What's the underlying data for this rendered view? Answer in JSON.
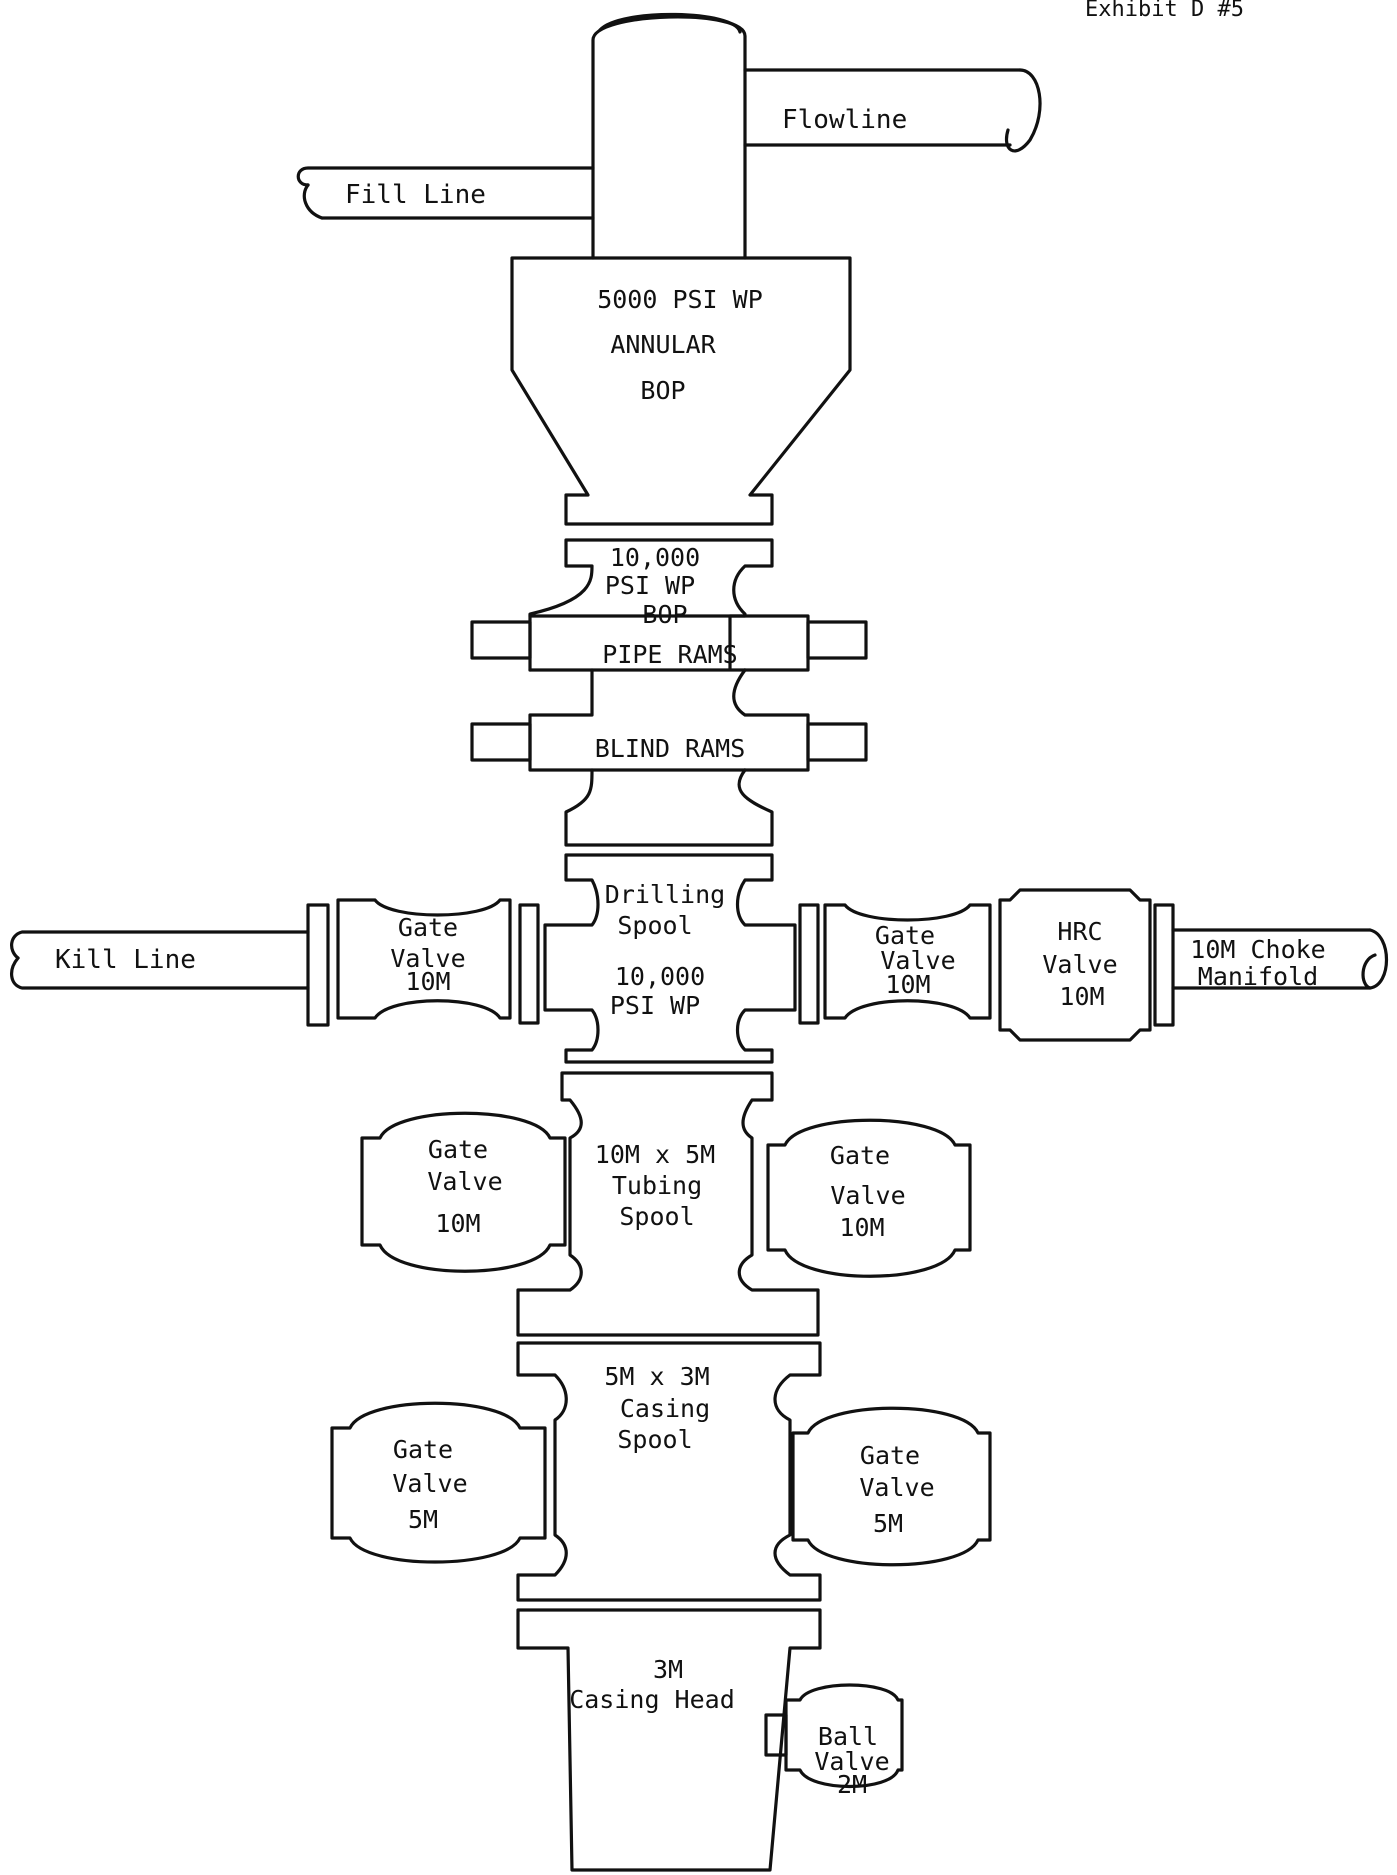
{
  "header": {
    "exhibit": "Exhibit D #5"
  },
  "lines": {
    "flowline": "Flowline",
    "fill_line": "Fill Line",
    "kill_line": "Kill Line",
    "choke_manifold": [
      "10M Choke",
      "Manifold"
    ]
  },
  "annular_bop": [
    "5000 PSI WP",
    "ANNULAR",
    "BOP"
  ],
  "ram_bop": {
    "label": [
      "10,000",
      "PSI WP",
      "BOP"
    ],
    "pipe_rams": "PIPE RAMS",
    "blind_rams": "BLIND RAMS"
  },
  "drilling_spool": [
    "Drilling",
    "Spool",
    "10,000",
    "PSI WP"
  ],
  "kill_gate_valve": [
    "Gate",
    "Valve",
    "10M"
  ],
  "choke_gate_valve": [
    "Gate",
    "Valve",
    "10M"
  ],
  "hrc_valve": [
    "HRC",
    "Valve",
    "10M"
  ],
  "tubing_spool": [
    "10M x 5M",
    "Tubing",
    "Spool"
  ],
  "tubing_gate_left": [
    "Gate",
    "Valve",
    "10M"
  ],
  "tubing_gate_right": [
    "Gate",
    "Valve",
    "10M"
  ],
  "casing_spool": [
    "5M x 3M",
    "Casing",
    "Spool"
  ],
  "casing_gate_left": [
    "Gate",
    "Valve",
    "5M"
  ],
  "casing_gate_right": [
    "Gate",
    "Valve",
    "5M"
  ],
  "casing_head": [
    "3M",
    "Casing Head"
  ],
  "ball_valve": [
    "Ball",
    "Valve",
    "2M"
  ]
}
